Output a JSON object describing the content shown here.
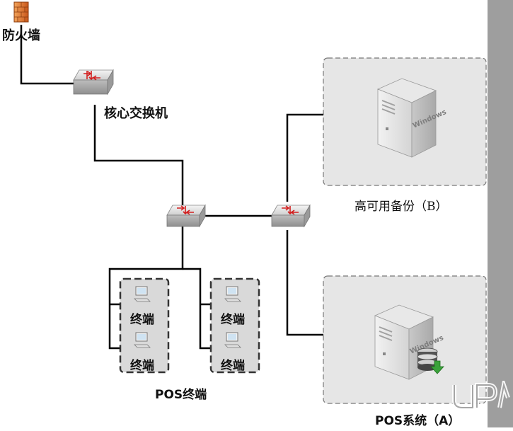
{
  "labels": {
    "firewall": "防火墙",
    "core_switch": "核心交换机",
    "backup": "高可用备份（B）",
    "pos_terminals": "POS终端",
    "pos_system": "POS系统（A）",
    "terminal": "终端",
    "windows": "Windows"
  },
  "colors": {
    "line": "#000000",
    "panel_fill": "#e6e6e6",
    "panel_border": "#777777",
    "terminal_fill": "#d9d9d9",
    "terminal_border": "#444444",
    "firewall": "#e07a2a",
    "switch_arrow": "#d21f1f",
    "sidebar": "#9e9e9e"
  },
  "icons": [
    "firewall-icon",
    "switch-icon",
    "server-icon",
    "database-icon",
    "computer-icon"
  ],
  "terminal_groups": [
    {
      "name": "terminal-group-left",
      "terminals": [
        "终端",
        "终端"
      ]
    },
    {
      "name": "terminal-group-right",
      "terminals": [
        "终端",
        "终端"
      ]
    }
  ]
}
